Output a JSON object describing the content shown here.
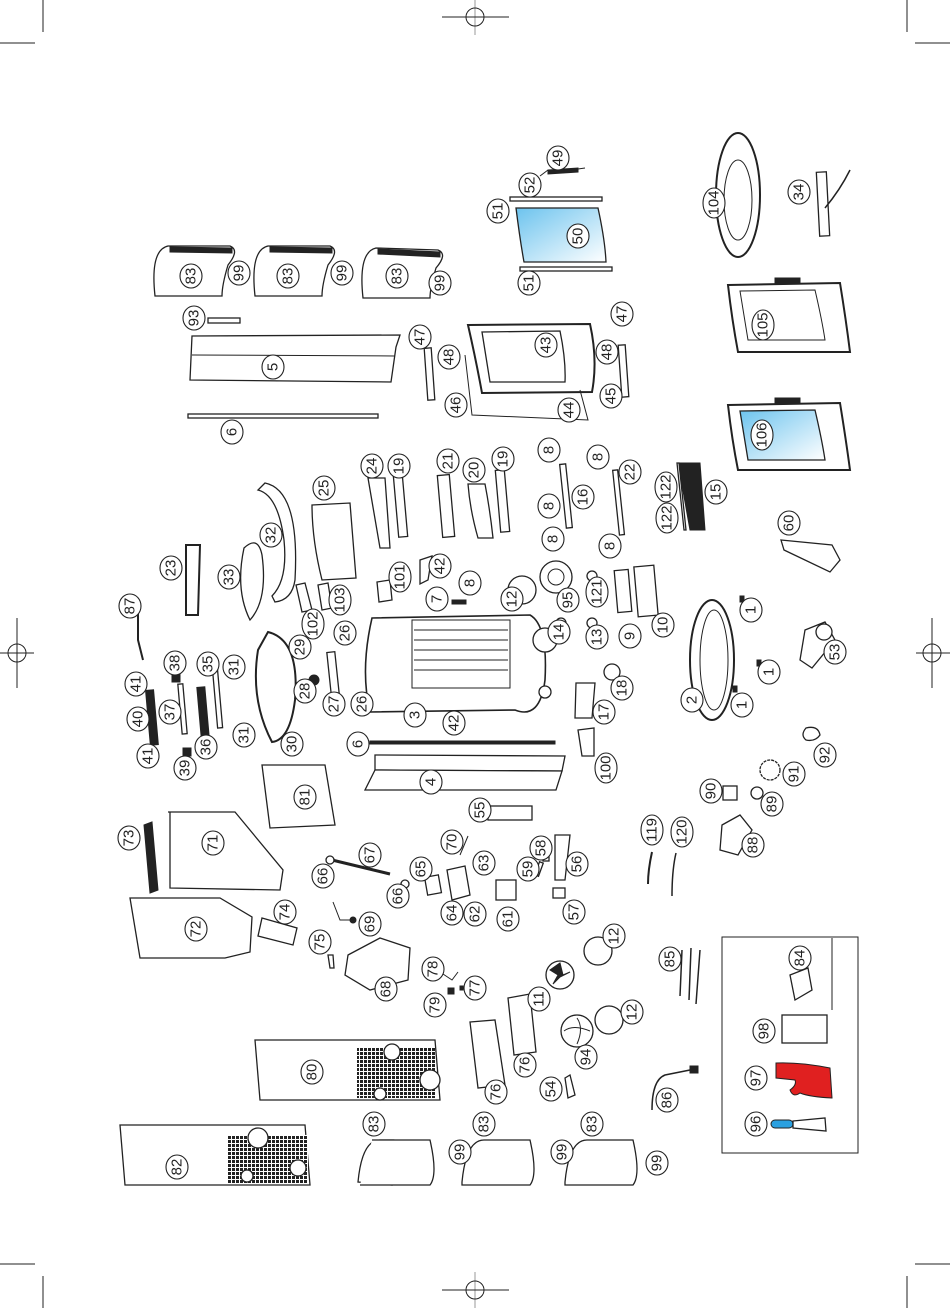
{
  "diagram": {
    "title": "Exploded parts view",
    "orientation": "rotated 90 degrees",
    "accent_colors": {
      "glass": "#8fd0f0",
      "oven_mitt": "#e02020",
      "scraper_handle": "#2aa0e0"
    }
  },
  "callouts": [
    {
      "id": "c83a",
      "label": "83"
    },
    {
      "id": "c99a",
      "label": "99"
    },
    {
      "id": "c83b",
      "label": "83"
    },
    {
      "id": "c99b",
      "label": "99"
    },
    {
      "id": "c83c",
      "label": "83"
    },
    {
      "id": "c99c",
      "label": "99"
    },
    {
      "id": "c93",
      "label": "93"
    },
    {
      "id": "c5",
      "label": "5"
    },
    {
      "id": "c6a",
      "label": "6"
    },
    {
      "id": "c47a",
      "label": "47"
    },
    {
      "id": "c48a",
      "label": "48"
    },
    {
      "id": "c46",
      "label": "46"
    },
    {
      "id": "c43",
      "label": "43"
    },
    {
      "id": "c44",
      "label": "44"
    },
    {
      "id": "c48b",
      "label": "48"
    },
    {
      "id": "c45",
      "label": "45"
    },
    {
      "id": "c47b",
      "label": "47"
    },
    {
      "id": "c49",
      "label": "49"
    },
    {
      "id": "c52",
      "label": "52"
    },
    {
      "id": "c51a",
      "label": "51"
    },
    {
      "id": "c50",
      "label": "50"
    },
    {
      "id": "c51b",
      "label": "51"
    },
    {
      "id": "c104",
      "label": "104"
    },
    {
      "id": "c34",
      "label": "34"
    },
    {
      "id": "c105",
      "label": "105"
    },
    {
      "id": "c106",
      "label": "106"
    },
    {
      "id": "c24",
      "label": "24"
    },
    {
      "id": "c19a",
      "label": "19"
    },
    {
      "id": "c21",
      "label": "21"
    },
    {
      "id": "c20",
      "label": "20"
    },
    {
      "id": "c19b",
      "label": "19"
    },
    {
      "id": "c8a",
      "label": "8"
    },
    {
      "id": "c8b",
      "label": "8"
    },
    {
      "id": "c16",
      "label": "16"
    },
    {
      "id": "c8c",
      "label": "8"
    },
    {
      "id": "c8d",
      "label": "8"
    },
    {
      "id": "c22",
      "label": "22"
    },
    {
      "id": "c8e",
      "label": "8"
    },
    {
      "id": "c122a",
      "label": "122"
    },
    {
      "id": "c122b",
      "label": "122"
    },
    {
      "id": "c15",
      "label": "15"
    },
    {
      "id": "c25",
      "label": "25"
    },
    {
      "id": "c32",
      "label": "32"
    },
    {
      "id": "c23",
      "label": "23"
    },
    {
      "id": "c33",
      "label": "33"
    },
    {
      "id": "c87",
      "label": "87"
    },
    {
      "id": "c101",
      "label": "101"
    },
    {
      "id": "c42a",
      "label": "42"
    },
    {
      "id": "c7",
      "label": "7"
    },
    {
      "id": "c8f",
      "label": "8"
    },
    {
      "id": "c12a",
      "label": "12"
    },
    {
      "id": "c95",
      "label": "95"
    },
    {
      "id": "c121",
      "label": "121"
    },
    {
      "id": "c9",
      "label": "9"
    },
    {
      "id": "c10",
      "label": "10"
    },
    {
      "id": "c60",
      "label": "60"
    },
    {
      "id": "c102",
      "label": "102"
    },
    {
      "id": "c103",
      "label": "103"
    },
    {
      "id": "c26a",
      "label": "26"
    },
    {
      "id": "c29",
      "label": "29"
    },
    {
      "id": "c38",
      "label": "38"
    },
    {
      "id": "c35",
      "label": "35"
    },
    {
      "id": "c31a",
      "label": "31"
    },
    {
      "id": "c41a",
      "label": "41"
    },
    {
      "id": "c37",
      "label": "37"
    },
    {
      "id": "c40",
      "label": "40"
    },
    {
      "id": "c28",
      "label": "28"
    },
    {
      "id": "c27",
      "label": "27"
    },
    {
      "id": "c26b",
      "label": "26"
    },
    {
      "id": "c14",
      "label": "14"
    },
    {
      "id": "c13",
      "label": "13"
    },
    {
      "id": "c1a",
      "label": "1"
    },
    {
      "id": "c1b",
      "label": "1"
    },
    {
      "id": "c53",
      "label": "53"
    },
    {
      "id": "c2",
      "label": "2"
    },
    {
      "id": "c1c",
      "label": "1"
    },
    {
      "id": "c18",
      "label": "18"
    },
    {
      "id": "c17",
      "label": "17"
    },
    {
      "id": "c3",
      "label": "3"
    },
    {
      "id": "c42b",
      "label": "42"
    },
    {
      "id": "c31b",
      "label": "31"
    },
    {
      "id": "c30",
      "label": "30"
    },
    {
      "id": "c36",
      "label": "36"
    },
    {
      "id": "c41b",
      "label": "41"
    },
    {
      "id": "c39",
      "label": "39"
    },
    {
      "id": "c6b",
      "label": "6"
    },
    {
      "id": "c4",
      "label": "4"
    },
    {
      "id": "c100",
      "label": "100"
    },
    {
      "id": "c92",
      "label": "92"
    },
    {
      "id": "c91",
      "label": "91"
    },
    {
      "id": "c90",
      "label": "90"
    },
    {
      "id": "c89",
      "label": "89"
    },
    {
      "id": "c81",
      "label": "81"
    },
    {
      "id": "c55",
      "label": "55"
    },
    {
      "id": "c119",
      "label": "119"
    },
    {
      "id": "c120",
      "label": "120"
    },
    {
      "id": "c88",
      "label": "88"
    },
    {
      "id": "c73",
      "label": "73"
    },
    {
      "id": "c71",
      "label": "71"
    },
    {
      "id": "c70",
      "label": "70"
    },
    {
      "id": "c67",
      "label": "67"
    },
    {
      "id": "c66a",
      "label": "66"
    },
    {
      "id": "c65",
      "label": "65"
    },
    {
      "id": "c63",
      "label": "63"
    },
    {
      "id": "c58",
      "label": "58"
    },
    {
      "id": "c59",
      "label": "59"
    },
    {
      "id": "c56",
      "label": "56"
    },
    {
      "id": "c66b",
      "label": "66"
    },
    {
      "id": "c64",
      "label": "64"
    },
    {
      "id": "c62",
      "label": "62"
    },
    {
      "id": "c61",
      "label": "61"
    },
    {
      "id": "c57",
      "label": "57"
    },
    {
      "id": "c72",
      "label": "72"
    },
    {
      "id": "c74",
      "label": "74"
    },
    {
      "id": "c69",
      "label": "69"
    },
    {
      "id": "c75",
      "label": "75"
    },
    {
      "id": "c12b",
      "label": "12"
    },
    {
      "id": "c85",
      "label": "85"
    },
    {
      "id": "c84",
      "label": "84"
    },
    {
      "id": "c68",
      "label": "68"
    },
    {
      "id": "c78",
      "label": "78"
    },
    {
      "id": "c77",
      "label": "77"
    },
    {
      "id": "c79",
      "label": "79"
    },
    {
      "id": "c11",
      "label": "11"
    },
    {
      "id": "c12c",
      "label": "12"
    },
    {
      "id": "c98",
      "label": "98"
    },
    {
      "id": "c76a",
      "label": "76"
    },
    {
      "id": "c76b",
      "label": "76"
    },
    {
      "id": "c94",
      "label": "94"
    },
    {
      "id": "c97",
      "label": "97"
    },
    {
      "id": "c80",
      "label": "80"
    },
    {
      "id": "c54",
      "label": "54"
    },
    {
      "id": "c86",
      "label": "86"
    },
    {
      "id": "c96",
      "label": "96"
    },
    {
      "id": "c82",
      "label": "82"
    },
    {
      "id": "c83d",
      "label": "83"
    },
    {
      "id": "c83e",
      "label": "83"
    },
    {
      "id": "c99d",
      "label": "99"
    },
    {
      "id": "c83f",
      "label": "83"
    },
    {
      "id": "c99e",
      "label": "99"
    },
    {
      "id": "c99f",
      "label": "99"
    }
  ]
}
